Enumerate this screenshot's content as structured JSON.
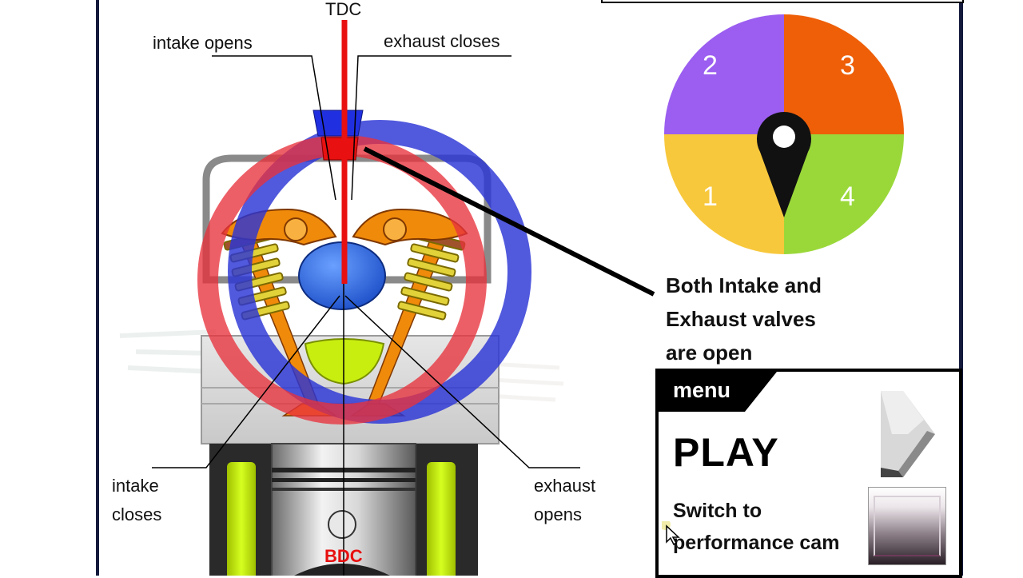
{
  "diagram": {
    "tdc_label": "TDC",
    "bdc_label": "BDC",
    "intake_opens": "intake opens",
    "exhaust_closes": "exhaust closes",
    "intake_closes_line1": "intake",
    "intake_closes_line2": "closes",
    "exhaust_opens_line1": "exhaust",
    "exhaust_opens_line2": "opens",
    "caption_line1": "Both Intake and",
    "caption_line2": "Exhaust valves",
    "caption_line3": "are open",
    "colors": {
      "intake": "#e8323c",
      "exhaust": "#2b35d6",
      "rocker": "#f08a0a",
      "spring": "#e2d23a",
      "cam": "#2f6fe0",
      "chamber": "#c8ee10",
      "cylinder_wall": "#c8f000"
    }
  },
  "dial": {
    "quadrants": [
      {
        "number": "2",
        "color": "#9b5ef0"
      },
      {
        "number": "3",
        "color": "#ee5f08"
      },
      {
        "number": "1",
        "color": "#f8c83c"
      },
      {
        "number": "4",
        "color": "#9ad83a"
      }
    ],
    "pointer_icon": "map-pin-icon"
  },
  "menu": {
    "tab_label": "menu",
    "play_label": "PLAY",
    "switch_line1": "Switch to",
    "switch_line2": "performance cam",
    "play_icon": "play-arrow-icon",
    "cam_button_icon": "cam-toggle-button"
  }
}
